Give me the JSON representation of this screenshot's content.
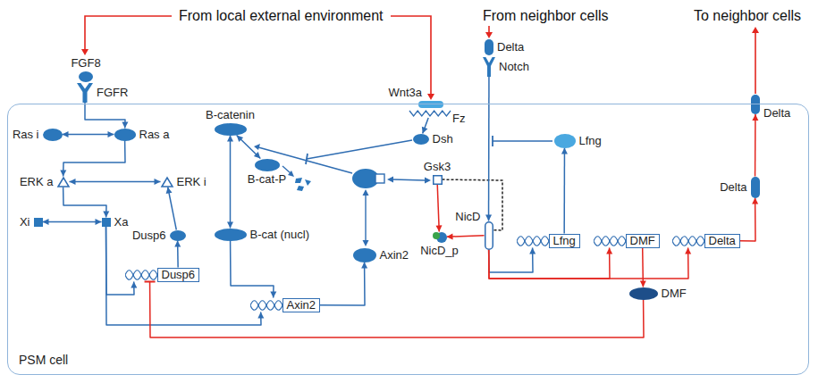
{
  "diagram": {
    "nodes": [
      {
        "text": [
          "FGF8"
        ]
      },
      {
        "text": [
          "FGFR"
        ]
      },
      {
        "text": [
          "Wnt3a"
        ]
      },
      {
        "text": [
          "Fz"
        ]
      },
      {
        "text": [
          "Delta"
        ]
      },
      {
        "text": [
          "Notch"
        ]
      },
      {
        "text": [
          "Delta"
        ]
      },
      {
        "text": [
          "PSM cell"
        ]
      },
      {
        "text": [
          "Ras i"
        ],
        "in": 7
      },
      {
        "text": [
          "Ras a"
        ],
        "in": 7
      },
      {
        "text": [
          "ERK a"
        ],
        "in": 7
      },
      {
        "text": [
          "ERK i"
        ],
        "in": 7
      },
      {
        "text": [
          "Xi"
        ],
        "in": 7
      },
      {
        "text": [
          "Xa"
        ],
        "in": 7
      },
      {
        "text": [
          "Dusp6"
        ],
        "in": 7
      },
      {
        "text": [
          "Dusp6"
        ],
        "in": 7
      },
      {
        "text": [
          "B-catenin"
        ],
        "in": 7
      },
      {
        "text": [
          "B-cat-P"
        ],
        "in": 7
      },
      {
        "text": [
          "B-cat (nucl)"
        ],
        "in": 7
      },
      {
        "text": [
          "Axin2"
        ],
        "in": 7
      },
      {
        "text": [
          "Axin2"
        ],
        "in": 7
      },
      {
        "text": [
          "Dsh"
        ],
        "in": 7
      },
      {
        "text": [
          "Gsk3"
        ],
        "in": 7
      },
      {
        "text": [
          "NicD_p"
        ],
        "in": 7
      },
      {
        "text": [
          "NicD"
        ],
        "in": 7
      },
      {
        "text": [
          "Lfng"
        ],
        "in": 7
      },
      {
        "text": [
          "Lfng"
        ],
        "in": 7
      },
      {
        "text": [
          "DMF"
        ],
        "in": 7
      },
      {
        "text": [
          "Delta"
        ],
        "in": 7
      },
      {
        "text": [
          "Delta"
        ],
        "in": 7
      },
      {
        "text": [
          "DMF"
        ],
        "in": 7
      }
    ],
    "edges": [
      {
        "from": 1,
        "to": 9,
        "arrow": "to"
      },
      {
        "from": 8,
        "to": 9,
        "arrow": "both"
      },
      {
        "from": 9,
        "to": 10,
        "arrow": "to"
      },
      {
        "from": 10,
        "to": 11,
        "arrow": "both"
      },
      {
        "from": 10,
        "to": 13,
        "arrow": "to"
      },
      {
        "from": 12,
        "to": 13,
        "arrow": "both"
      },
      {
        "from": 13,
        "to": 15,
        "arrow": "to"
      },
      {
        "from": 15,
        "to": 14,
        "arrow": "to"
      },
      {
        "from": 14,
        "to": 11,
        "arrow": "to"
      },
      {
        "from": 13,
        "to": 19,
        "arrow": "to"
      },
      {
        "from": 16,
        "to": 18,
        "arrow": "both"
      },
      {
        "from": 16,
        "to": 17,
        "arrow": "both"
      },
      {
        "from": 18,
        "to": 19,
        "arrow": "to"
      },
      {
        "from": 19,
        "to": 20,
        "arrow": "to"
      },
      {
        "from": 3,
        "to": 21,
        "arrow": "to"
      },
      {
        "from": 22,
        "to": 23,
        "arrow": "to"
      },
      {
        "from": 24,
        "to": 23,
        "arrow": "to"
      },
      {
        "from": 22,
        "to": 24,
        "arrow": "none"
      },
      {
        "from": 5,
        "to": 24,
        "arrow": "to"
      },
      {
        "from": 26,
        "to": 25,
        "arrow": "to"
      },
      {
        "from": 24,
        "to": 26,
        "arrow": "to"
      },
      {
        "from": 24,
        "to": 27,
        "arrow": "to"
      },
      {
        "from": 24,
        "to": 28,
        "arrow": "to"
      },
      {
        "from": 27,
        "to": 30,
        "arrow": "to"
      },
      {
        "from": 30,
        "to": 15,
        "arrow": "to"
      },
      {
        "from": 28,
        "to": 29,
        "arrow": "to"
      },
      {
        "from": 29,
        "to": 6,
        "arrow": "to"
      }
    ],
    "labels": [
      "From local external environment",
      "From neighbor cells",
      "To neighbor cells"
    ]
  }
}
